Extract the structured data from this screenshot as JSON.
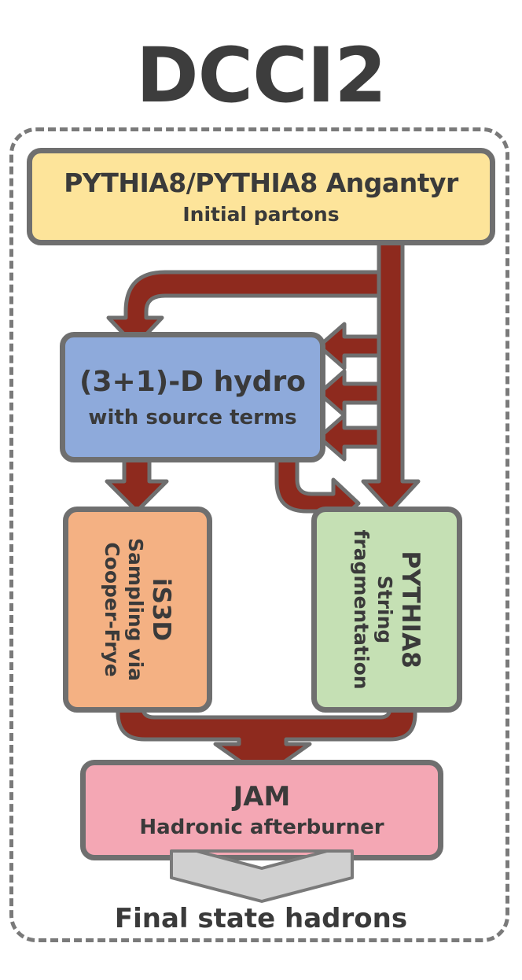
{
  "title": "DCCI2",
  "boxes": {
    "initial": {
      "title": "PYTHIA8/PYTHIA8 Angantyr",
      "subtitle": "Initial partons"
    },
    "hydro": {
      "title": "(3+1)-D hydro",
      "subtitle": "with source terms"
    },
    "is3d": {
      "title": "iS3D",
      "line2": "Sampling via",
      "line3": "Cooper-Frye"
    },
    "pythia8": {
      "title": "PYTHIA8",
      "line2": "String",
      "line3": "fragmentation"
    },
    "jam": {
      "title": "JAM",
      "subtitle": "Hadronic afterburner"
    }
  },
  "output": "Final state hadrons",
  "colors": {
    "arrow": "#8e2a1e",
    "initial": "#fde49a",
    "hydro": "#8eaadb",
    "is3d": "#f4b183",
    "pythia8": "#c5e0b4",
    "jam": "#f4a7b4",
    "chevron": "#d0d0d0"
  }
}
